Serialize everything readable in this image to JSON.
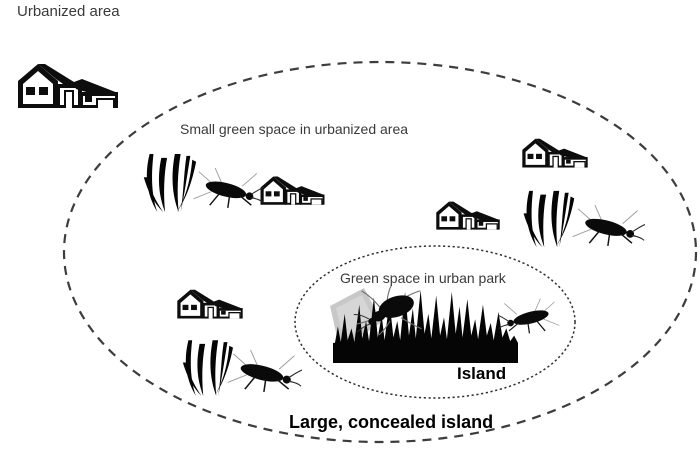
{
  "scene": {
    "urbanized_area_label": "Urbanized area",
    "outer_zone": {
      "top_label": "Small green space in urbanized area",
      "bottom_label": "Large, concealed island"
    },
    "park_zone": {
      "label": "Green space in urban park",
      "island_label": "Island"
    }
  },
  "icons": {
    "house": "house-silhouette",
    "grass_clump": "grass-tuft",
    "beetle_side": "ground-beetle-side-view",
    "beetle_top": "ground-beetle-top-view",
    "park_grass": "tall-grass-silhouette",
    "stone_patch": "gray-stone-patch"
  },
  "counts": {
    "houses": 5,
    "grass_clumps": 3,
    "side_beetles": 4,
    "top_beetles": 1
  },
  "colors": {
    "background": "#ffffff",
    "ink": "#0d0d0d",
    "label_text": "#3a3a3a",
    "emphasis_text": "#000000",
    "dash_stroke": "#3d3d3d",
    "patch_gray": "#c8c8c8"
  }
}
